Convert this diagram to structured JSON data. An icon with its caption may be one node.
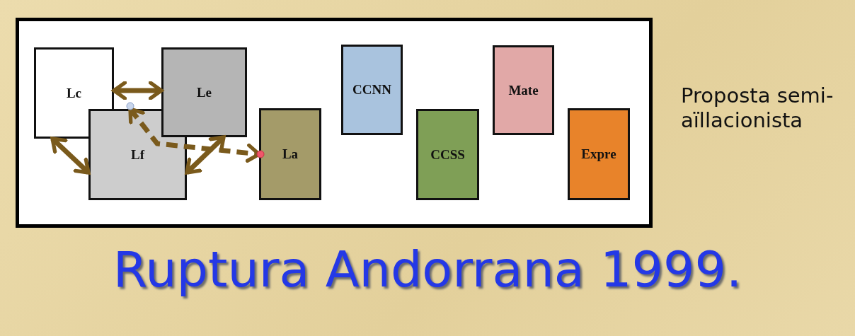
{
  "diagram": {
    "title": "Ruptura Andorrana 1999.",
    "nodes": [
      {
        "text": [],
        "shape": "box"
      },
      {
        "text": [
          "Lc"
        ],
        "in": 0
      },
      {
        "text": [
          "Le"
        ],
        "in": 0
      },
      {
        "text": [
          "Lf"
        ],
        "in": 0
      },
      {
        "text": [
          "La"
        ],
        "in": 0
      },
      {
        "text": [
          "CCNN"
        ],
        "in": 0
      },
      {
        "text": [
          "Mate"
        ],
        "in": 0
      },
      {
        "text": [
          "CCSS"
        ],
        "in": 0
      },
      {
        "text": [
          "Expre"
        ],
        "in": 0
      }
    ],
    "edges": [
      {
        "from": 1,
        "to": 2,
        "arrow": "both"
      },
      {
        "from": 1,
        "to": 3,
        "arrow": "both"
      },
      {
        "from": 3,
        "to": 2,
        "arrow": "both"
      },
      {
        "from": 3,
        "to": 4,
        "arrow": "both",
        "style": "dashed"
      }
    ],
    "labels": [
      "Proposta semi- aïllacionista"
    ]
  }
}
